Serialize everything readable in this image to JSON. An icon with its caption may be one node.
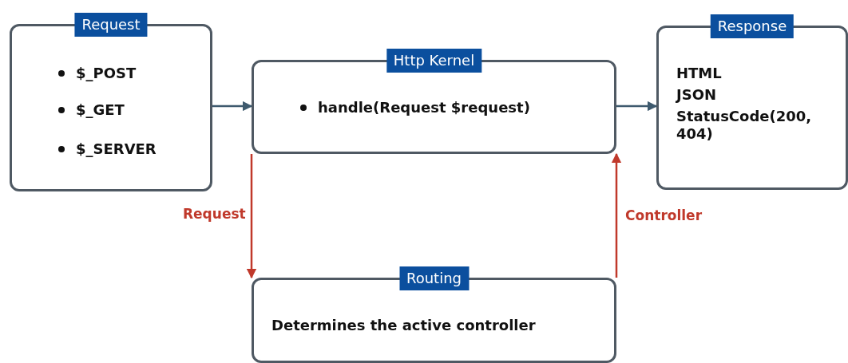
{
  "diagram": {
    "nodes": [
      {
        "text": [
          "Request",
          "$_POST",
          "$_GET",
          "$_SERVER"
        ]
      },
      {
        "text": [
          "Http Kernel",
          "handle(Request $request)"
        ]
      },
      {
        "text": [
          "Response",
          "HTML",
          "JSON",
          "StatusCode(200, 404)"
        ]
      },
      {
        "text": [
          "Routing",
          "Determines the active controller"
        ]
      }
    ],
    "edges": [
      {
        "from": 0,
        "to": 1,
        "arrow": "to"
      },
      {
        "from": 1,
        "to": 2,
        "arrow": "to"
      },
      {
        "from": 1,
        "to": 3,
        "arrow": "to",
        "label": "Request",
        "color": "#c0392b"
      },
      {
        "from": 3,
        "to": 1,
        "arrow": "to",
        "label": "Controller",
        "color": "#c0392b"
      }
    ]
  }
}
